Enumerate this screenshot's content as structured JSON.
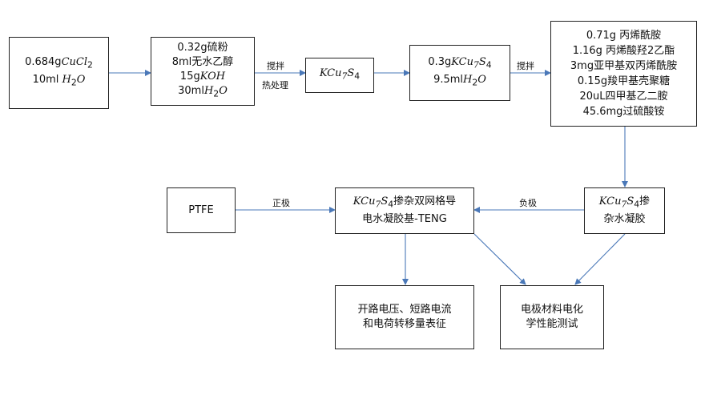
{
  "boxes": {
    "cucl2": {
      "l1_a": "0.684g",
      "l1_b": "CuCl",
      "l1_c": "2",
      "l2_a": "10ml ",
      "l2_b": "H",
      "l2_c": "2",
      "l2_d": "O"
    },
    "reagents1": {
      "l1": "0.32g硫粉",
      "l2": "8ml无水乙醇",
      "l3_a": "15g",
      "l3_b": "KOH",
      "l4_a": "30ml",
      "l4_b": "H",
      "l4_c": "2",
      "l4_d": "O"
    },
    "kcu7s4": {
      "a": "KCu",
      "b": "7",
      "c": "S",
      "d": "4"
    },
    "dispersion": {
      "l1_a": "0.3g",
      "l1_b": "KCu",
      "l1_c": "7",
      "l1_d": "S",
      "l1_e": "4",
      "l2_a": "9.5ml",
      "l2_b": "H",
      "l2_c": "2",
      "l2_d": "O"
    },
    "monomers": {
      "l1": "0.71g 丙烯酰胺",
      "l2": "1.16g 丙烯酸羟2乙酯",
      "l3": "3mg亚甲基双丙烯酰胺",
      "l4": "0.15g羧甲基壳聚糖",
      "l5": "20uL四甲基乙二胺",
      "l6": "45.6mg过硫酸铵"
    },
    "hydrogel": {
      "a": "KCu",
      "b": "7",
      "c": "S",
      "d": "4",
      "e": "掺",
      "l2": "杂水凝胶"
    },
    "teng": {
      "a": "KCu",
      "b": "7",
      "c": "S",
      "d": "4",
      "e": "掺杂双网格导",
      "l2": "电水凝胶基-TENG"
    },
    "ptfe": {
      "label": "PTFE"
    },
    "output1": {
      "l1": "开路电压、短路电流",
      "l2": "和电荷转移量表征"
    },
    "output2": {
      "l1": "电极材料电化",
      "l2": "学性能测试"
    }
  },
  "labels": {
    "stir1": "搅拌",
    "heat": "热处理",
    "stir2": "搅拌",
    "positive": "正极",
    "negative": "负极"
  },
  "colors": {
    "arrow": "#4a78b8",
    "border": "#222222"
  }
}
